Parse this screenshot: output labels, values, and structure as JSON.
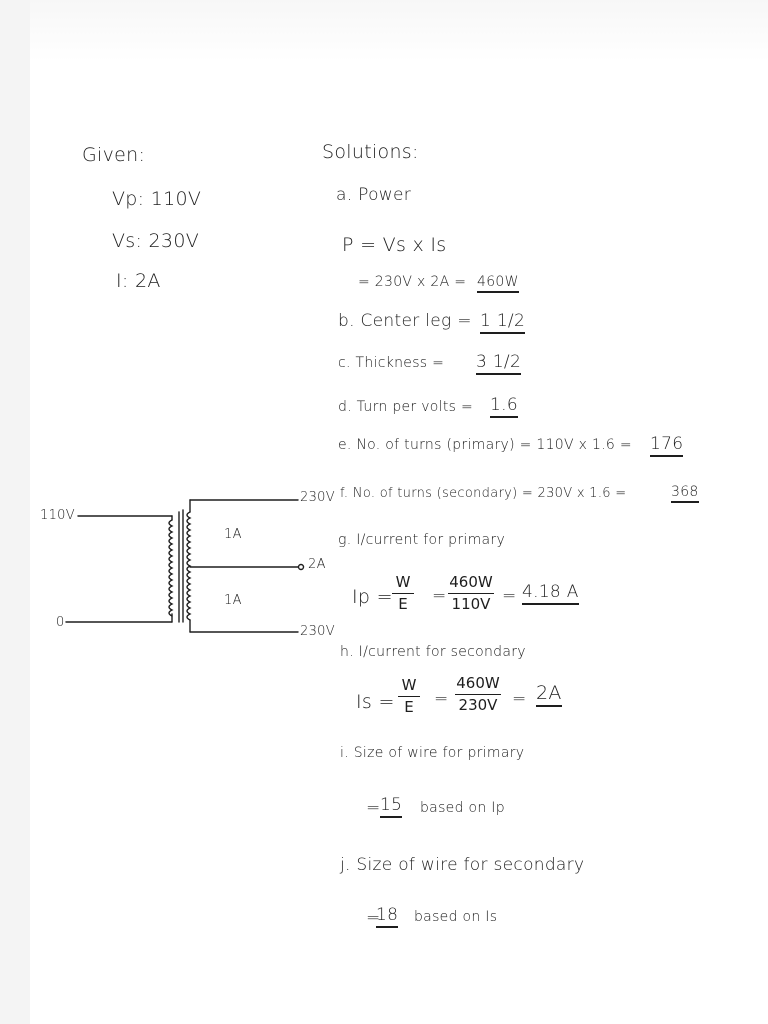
{
  "given": {
    "heading": "Given:",
    "vp": "Vp: 110V",
    "vs": "Vs: 230V",
    "i": "I: 2A"
  },
  "solutions": {
    "heading": "Solutions:",
    "a_label": "a. Power",
    "a_formula": "P = Vs x Is",
    "a_calc": "= 230V x 2A =",
    "a_result": "460W",
    "b_label": "b. Center leg =",
    "b_result": "1 1/2",
    "c_label": "c. Thickness =",
    "c_result": "3 1/2",
    "d_label": "d. Turn per volts =",
    "d_result": "1.6",
    "e_label": "e. No. of turns (primary) = 110V x 1.6 =",
    "e_result": "176",
    "f_label": "f. No. of turns (secondary) = 230V x 1.6 =",
    "f_result": "368",
    "g_label": "g. I/current for primary",
    "g_lhs": "Ip =",
    "g_num1": "W",
    "g_den1": "E",
    "g_eq": "=",
    "g_num2": "460W",
    "g_den2": "110V",
    "g_eq2": "=",
    "g_result": "4.18 A",
    "h_label": "h. I/current for secondary",
    "h_lhs": "Is =",
    "h_num1": "W",
    "h_den1": "E",
    "h_eq": "=",
    "h_num2": "460W",
    "h_den2": "230V",
    "h_eq2": "=",
    "h_result": "2A",
    "i_label": "i. Size of wire for primary",
    "i_eq": "=",
    "i_result": "15",
    "i_note": "based on Ip",
    "j_label": "j. Size of wire for secondary",
    "j_eq": "=",
    "j_result": "18",
    "j_note": "based on Is"
  },
  "diagram": {
    "primary_top": "110V",
    "primary_bottom": "0",
    "secondary_top": "230V",
    "secondary_mid": "2A",
    "secondary_bottom": "230V",
    "upper_current": "1A",
    "lower_current": "1A"
  }
}
